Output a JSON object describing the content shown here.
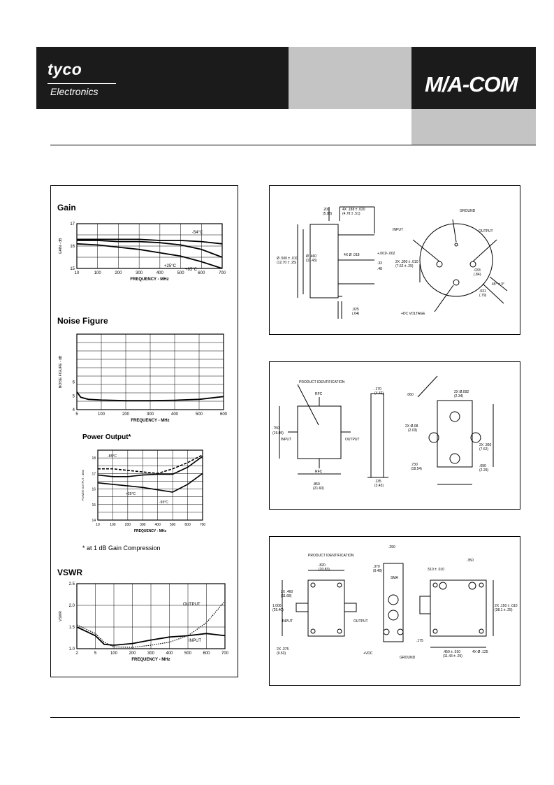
{
  "header": {
    "logo_left": "tyco",
    "logo_left_sub": "Electronics",
    "logo_right": "M/A-COM",
    "colors": {
      "dark": "#1b1b1b",
      "gray": "#c4c4c4"
    }
  },
  "sections": {
    "gain": "Gain",
    "noise": "Noise Figure",
    "power": "Power Output*",
    "power_note": "* at 1 dB Gain Compression",
    "vswr": "VSWR"
  },
  "chart_data": [
    {
      "type": "line",
      "title": "Gain",
      "xlabel": "FREQUENCY - MHz",
      "ylabel": "GAIN - dB",
      "xticks": [
        "10",
        "100",
        "200",
        "300",
        "400",
        "500",
        "600",
        "700"
      ],
      "yticks": [
        "15",
        "16",
        "17"
      ],
      "ylim": [
        15,
        17
      ],
      "series": [
        {
          "name": "-54°C",
          "x": [
            10,
            100,
            200,
            300,
            400,
            500,
            600,
            700
          ],
          "y": [
            16.3,
            16.3,
            16.3,
            16.3,
            16.25,
            16.25,
            16.2,
            16.1
          ]
        },
        {
          "name": "+25°C",
          "x": [
            10,
            100,
            200,
            300,
            400,
            500,
            600,
            700
          ],
          "y": [
            16.25,
            16.25,
            16.2,
            16.2,
            16.15,
            16.05,
            15.85,
            15.5
          ]
        },
        {
          "name": "+85°C",
          "x": [
            10,
            100,
            200,
            300,
            400,
            500,
            600,
            700
          ],
          "y": [
            16.1,
            16.05,
            15.95,
            15.85,
            15.7,
            15.55,
            15.3,
            15.0
          ]
        }
      ],
      "annotations": [
        "-54°C",
        "+25°C",
        "+85°C"
      ]
    },
    {
      "type": "line",
      "title": "Noise Figure",
      "xlabel": "FREQUENCY - MHz",
      "ylabel": "NOISE FIGURE - dB",
      "xticks": [
        "5",
        "100",
        "200",
        "300",
        "400",
        "500",
        "600"
      ],
      "yticks": [
        "4",
        "5",
        "6"
      ],
      "ylim": [
        4,
        9.5
      ],
      "series": [
        {
          "x": [
            5,
            20,
            50,
            100,
            200,
            300,
            400,
            500,
            600
          ],
          "y": [
            5.3,
            4.9,
            4.75,
            4.7,
            4.65,
            4.65,
            4.68,
            4.75,
            4.95
          ]
        }
      ]
    },
    {
      "type": "line",
      "title": "Power Output*",
      "xlabel": "FREQUENCY - MHz",
      "ylabel": "POWER OUTPUT - dBm",
      "xticks": [
        "10",
        "100",
        "200",
        "300",
        "400",
        "500",
        "600",
        "700"
      ],
      "yticks": [
        "14",
        "15",
        "16",
        "17",
        "18"
      ],
      "ylim": [
        14,
        18.5
      ],
      "series": [
        {
          "name": "-85°C",
          "x": [
            10,
            100,
            200,
            300,
            400,
            500,
            600,
            700
          ],
          "y": [
            17.3,
            17.3,
            17.2,
            17.1,
            17.0,
            17.3,
            17.7,
            18.2
          ]
        },
        {
          "name": "+25°C",
          "x": [
            10,
            100,
            200,
            300,
            400,
            500,
            600,
            700
          ],
          "y": [
            16.9,
            16.8,
            16.8,
            16.9,
            16.95,
            16.95,
            17.4,
            18.1
          ]
        },
        {
          "name": "-55°C",
          "x": [
            10,
            100,
            200,
            300,
            400,
            500,
            600,
            700
          ],
          "y": [
            16.4,
            16.3,
            16.2,
            16.1,
            15.95,
            15.8,
            16.3,
            17.0
          ]
        }
      ],
      "annotations": [
        "-85°C",
        "+25°C",
        "-55°C"
      ]
    },
    {
      "type": "line",
      "title": "VSWR",
      "xlabel": "FREQUENCY - MHz",
      "ylabel": "VSWR",
      "xticks": [
        "2",
        "5",
        "100",
        "200",
        "300",
        "400",
        "500",
        "600",
        "700"
      ],
      "yticks": [
        "1.0",
        "1.5",
        "2.0",
        "2.5"
      ],
      "ylim": [
        1.0,
        2.5
      ],
      "series": [
        {
          "name": "OUTPUT",
          "x": [
            2,
            5,
            50,
            100,
            200,
            300,
            400,
            500,
            600,
            700
          ],
          "y": [
            1.55,
            1.35,
            1.15,
            1.04,
            1.03,
            1.08,
            1.15,
            1.3,
            1.6,
            2.1
          ]
        },
        {
          "name": "INPUT",
          "x": [
            2,
            5,
            50,
            100,
            200,
            300,
            400,
            500,
            600,
            700
          ],
          "y": [
            1.5,
            1.3,
            1.1,
            1.08,
            1.12,
            1.2,
            1.27,
            1.3,
            1.35,
            1.3
          ]
        }
      ]
    }
  ],
  "diagrams": {
    "d1": {
      "labels": [
        ".200",
        "(5.08)",
        "4X .188 ± .020",
        "(4.78 ± .51)",
        "GROUND",
        "INPUT",
        "OUTPUT",
        "Ø .500 ± .010",
        "(12.70 ± .25)",
        "Ø .460",
        "(11.43)",
        "4X Ø .018",
        "+.001/-.002",
        ".33",
        ".48",
        "2X .300 ± .010",
        "(7.62 ± .25)",
        ".033",
        "(.84)",
        "45° ± 3°",
        ".031",
        "(.79)",
        ".025",
        "(.64)",
        "+DC VOLTAGE"
      ]
    },
    "d2": {
      "labels": [
        "PRODUCT IDENTIFICATION",
        "RFC",
        "INPUT",
        "OUTPUT",
        "RFC",
        ".750",
        "(19.05)",
        ".850",
        "(21.60)",
        ".170",
        "(4.32)",
        ".060",
        ".135",
        "(3.43)",
        "2X Ø.08",
        "(2.03)",
        ".730",
        "(18.54)",
        "2X Ø.092",
        "(2.34)",
        "2X .300",
        "(7.62)",
        ".090",
        "(2.29)"
      ]
    },
    "d3": {
      "labels": [
        "PRODUCT IDENTIFICATION",
        "2X .460",
        "(11.68)",
        "1.000",
        "(25.40)",
        "INPUT",
        "OUTPUT",
        "2X .375",
        "(9.53)",
        ".820",
        "(20.83)",
        ".370",
        "(9.40)",
        "SMA",
        "+VDC",
        "GROUND",
        ".290",
        ".350",
        ".510 ± .010",
        ".175",
        "2X .150 ± .010",
        "(38.1 ± .25)",
        ".450 ± .010",
        "(11.43 ± .25)",
        "4X Ø .125"
      ]
    }
  }
}
